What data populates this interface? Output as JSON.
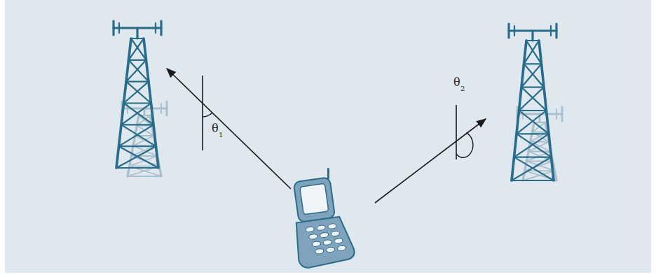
{
  "diagram": {
    "labels": [
      "θ",
      "1",
      "θ",
      "2"
    ]
  }
}
